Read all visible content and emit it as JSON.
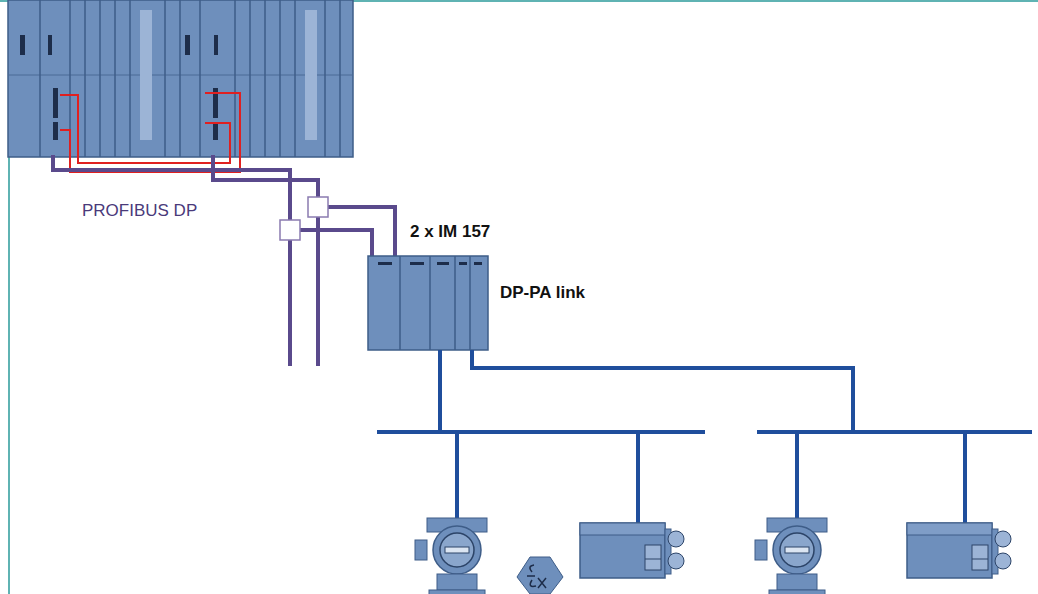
{
  "diagram": {
    "nodes": [
      {
        "text": [
          "2 x IM 157",
          "DP-PA link"
        ]
      }
    ],
    "labels": [
      "PROFIBUS DP"
    ]
  }
}
